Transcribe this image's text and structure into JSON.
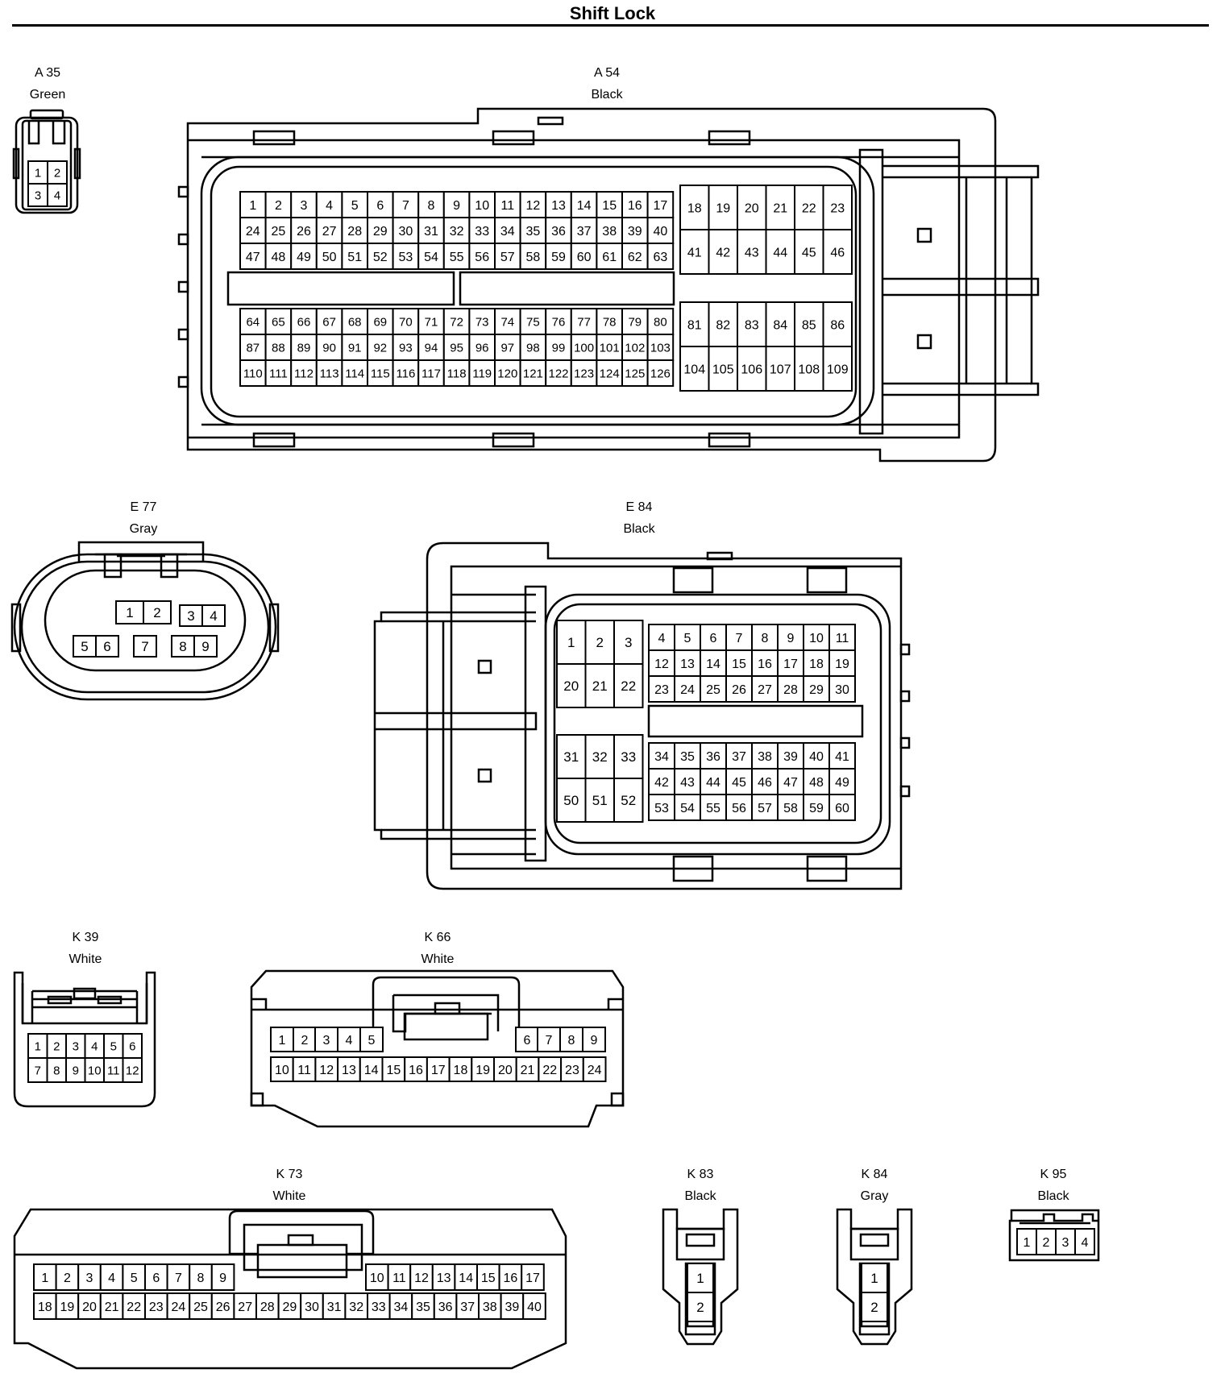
{
  "title": "Shift Lock",
  "connectors": [
    {
      "id": "A 35",
      "color": "Green",
      "rows": [
        [
          1,
          2
        ],
        [
          3,
          4
        ]
      ]
    },
    {
      "id": "A 54",
      "color": "Black",
      "rows_left": [
        [
          1,
          2,
          3,
          4,
          5,
          6,
          7,
          8,
          9,
          10,
          11,
          12,
          13,
          14,
          15,
          16,
          17
        ],
        [
          24,
          25,
          26,
          27,
          28,
          29,
          30,
          31,
          32,
          33,
          34,
          35,
          36,
          37,
          38,
          39,
          40
        ],
        [
          47,
          48,
          49,
          50,
          51,
          52,
          53,
          54,
          55,
          56,
          57,
          58,
          59,
          60,
          61,
          62,
          63
        ],
        [
          64,
          65,
          66,
          67,
          68,
          69,
          70,
          71,
          72,
          73,
          74,
          75,
          76,
          77,
          78,
          79,
          80
        ],
        [
          87,
          88,
          89,
          90,
          91,
          92,
          93,
          94,
          95,
          96,
          97,
          98,
          99,
          100,
          101,
          102,
          103
        ],
        [
          110,
          111,
          112,
          113,
          114,
          115,
          116,
          117,
          118,
          119,
          120,
          121,
          122,
          123,
          124,
          125,
          126
        ]
      ],
      "rows_right": [
        [
          18,
          19,
          20,
          21,
          22,
          23
        ],
        [
          41,
          42,
          43,
          44,
          45,
          46
        ],
        [
          81,
          82,
          83,
          84,
          85,
          86
        ],
        [
          104,
          105,
          106,
          107,
          108,
          109
        ]
      ]
    },
    {
      "id": "E 77",
      "color": "Gray",
      "pins": [
        1,
        2,
        3,
        4,
        5,
        6,
        7,
        8,
        9
      ]
    },
    {
      "id": "E 84",
      "color": "Black",
      "rows_left": [
        [
          1,
          2,
          3
        ],
        [
          20,
          21,
          22
        ],
        [
          31,
          32,
          33
        ],
        [
          50,
          51,
          52
        ]
      ],
      "rows_right": [
        [
          4,
          5,
          6,
          7,
          8,
          9,
          10,
          11
        ],
        [
          12,
          13,
          14,
          15,
          16,
          17,
          18,
          19
        ],
        [
          23,
          24,
          25,
          26,
          27,
          28,
          29,
          30
        ],
        [
          34,
          35,
          36,
          37,
          38,
          39,
          40,
          41
        ],
        [
          42,
          43,
          44,
          45,
          46,
          47,
          48,
          49
        ],
        [
          53,
          54,
          55,
          56,
          57,
          58,
          59,
          60
        ]
      ]
    },
    {
      "id": "K 39",
      "color": "White",
      "rows": [
        [
          1,
          2,
          3,
          4,
          5,
          6
        ],
        [
          7,
          8,
          9,
          10,
          11,
          12
        ]
      ]
    },
    {
      "id": "K 66",
      "color": "White",
      "rows": [
        [
          1,
          2,
          3,
          4,
          5,
          6,
          7,
          8,
          9
        ],
        [
          10,
          11,
          12,
          13,
          14,
          15,
          16,
          17,
          18,
          19,
          20,
          21,
          22,
          23,
          24
        ]
      ]
    },
    {
      "id": "K 73",
      "color": "White",
      "rows": [
        [
          1,
          2,
          3,
          4,
          5,
          6,
          7,
          8,
          9,
          10,
          11,
          12,
          13,
          14,
          15,
          16,
          17
        ],
        [
          18,
          19,
          20,
          21,
          22,
          23,
          24,
          25,
          26,
          27,
          28,
          29,
          30,
          31,
          32,
          33,
          34,
          35,
          36,
          37,
          38,
          39,
          40
        ]
      ]
    },
    {
      "id": "K 83",
      "color": "Black",
      "pins": [
        1,
        2
      ]
    },
    {
      "id": "K 84",
      "color": "Gray",
      "pins": [
        1,
        2
      ]
    },
    {
      "id": "K 95",
      "color": "Black",
      "pins": [
        1,
        2,
        3,
        4
      ]
    }
  ]
}
